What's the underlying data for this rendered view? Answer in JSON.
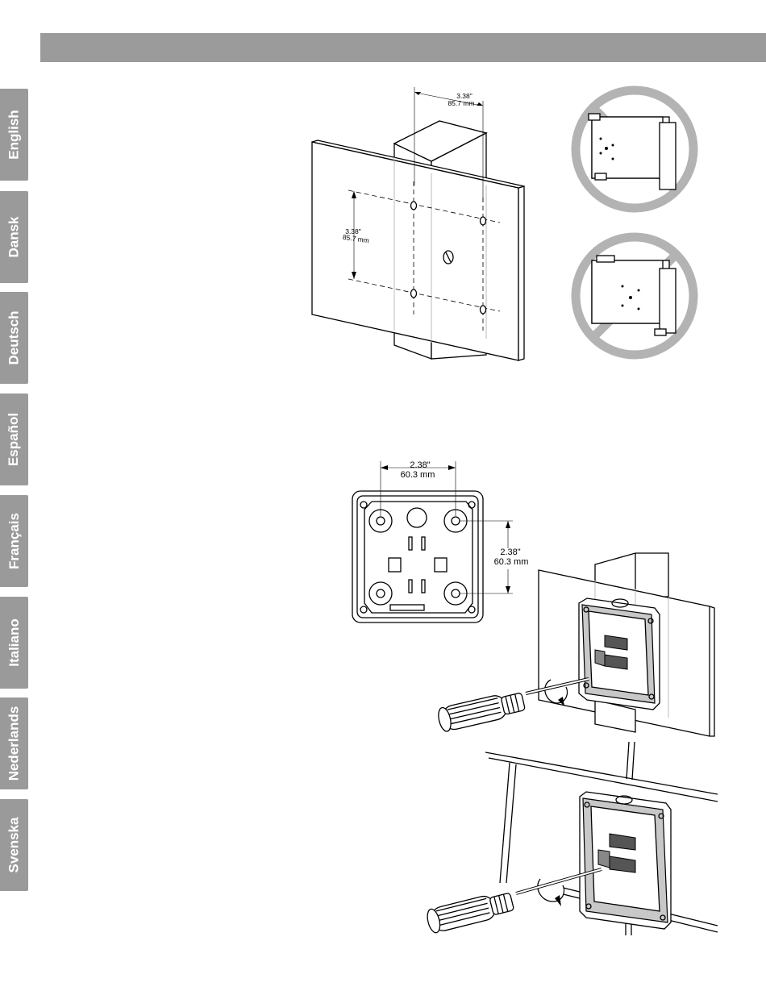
{
  "language_tabs": [
    "English",
    "Dansk",
    "Deutsch",
    "Español",
    "Français",
    "Italiano",
    "Nederlands",
    "Svenska"
  ],
  "figure_top": {
    "horizontal_dim": {
      "inches": "3.38\"",
      "mm": "85.7 mm"
    },
    "vertical_dim": {
      "inches": "3.38\"",
      "mm": "85.7 mm"
    }
  },
  "figure_bracket": {
    "horizontal_dim": {
      "inches": "2.38\"",
      "mm": "60.3 mm"
    },
    "vertical_dim": {
      "inches": "2.38\"",
      "mm": "60.3 mm"
    }
  },
  "colors": {
    "header_bar": "#9b9b9b",
    "tab": "#9a9a9a",
    "prohibition": "#b3b3b3"
  }
}
